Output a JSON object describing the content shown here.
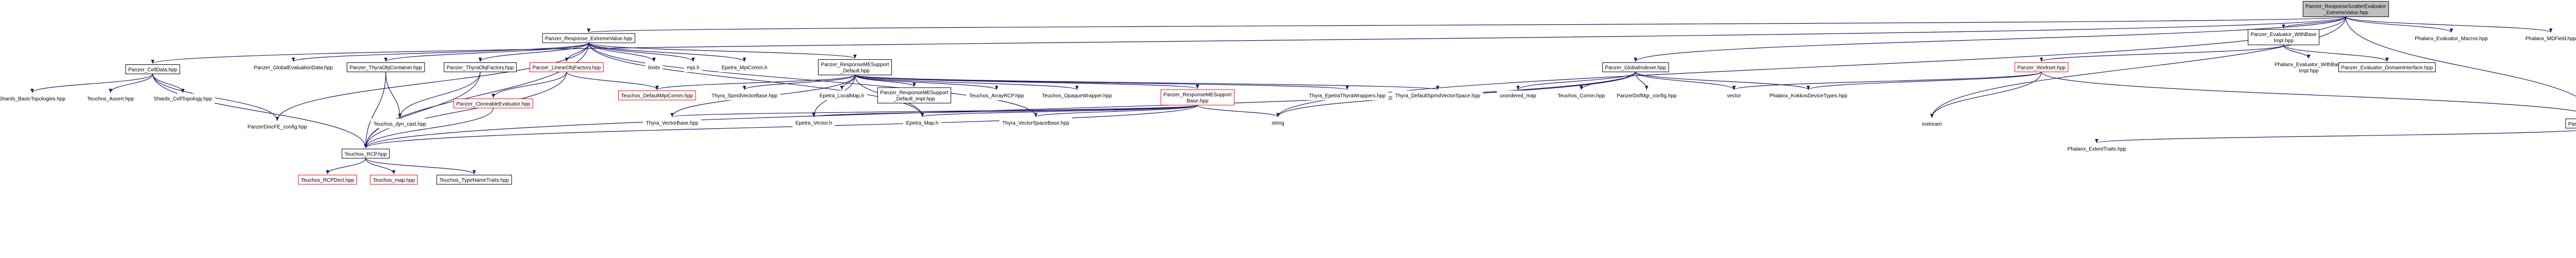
{
  "colors": {
    "root_fill": "#bfbfbf",
    "node_border_black": "#000000",
    "node_border_red": "#ff0000",
    "node_border_none": "#ffffff",
    "edge": "#191970"
  },
  "nodes": [
    {
      "id": "root",
      "label": "Panzer_ResponseScatterEvaluator_ExtremeValue.hpp",
      "style": "root"
    },
    {
      "id": "n_cell_data",
      "label": "Panzer_CellData.hpp",
      "style": "black"
    },
    {
      "id": "n_resp_ev",
      "label": "Panzer_Response_ExtremeValue.hpp",
      "style": "black"
    },
    {
      "id": "n_ev_withbase",
      "label": "Panzer_Evaluator_WithBase Impl.hpp",
      "style": "black"
    },
    {
      "id": "n_macros",
      "label": "Phalanx_Evaluator_Macros.hpp",
      "style": "none"
    },
    {
      "id": "n_mdfield",
      "label": "Phalanx_MDField.hpp",
      "style": "none"
    },
    {
      "id": "n_shards_basic",
      "label": "Shards_BasicTopologies.hpp",
      "style": "none"
    },
    {
      "id": "n_teuchos_assert",
      "label": "Teuchos_Assert.hpp",
      "style": "none"
    },
    {
      "id": "n_shards_cell",
      "label": "Shards_CellTopology.hpp",
      "style": "none"
    },
    {
      "id": "n_global_evdata",
      "label": "Panzer_GlobalEvaluationData.hpp",
      "style": "none"
    },
    {
      "id": "n_thyra_objcont",
      "label": "Panzer_ThyraObjContainer.hpp",
      "style": "black"
    },
    {
      "id": "n_thyra_objfac",
      "label": "Panzer_ThyraObjFactory.hpp",
      "style": "black"
    },
    {
      "id": "n_linearobjfac",
      "label": "Panzer_LinearObjFactory.hpp",
      "style": "red"
    },
    {
      "id": "n_limits",
      "label": "limits",
      "style": "none"
    },
    {
      "id": "n_mpih",
      "label": "mpi.h",
      "style": "none"
    },
    {
      "id": "n_epetra_mpicomm",
      "label": "Epetra_MpiComm.h",
      "style": "none"
    },
    {
      "id": "n_resp_me_support",
      "label": "Panzer_ResponseMESupport _Default.hpp",
      "style": "black"
    },
    {
      "id": "n_global_indexer",
      "label": "Panzer_GlobalIndexer.hpp",
      "style": "black"
    },
    {
      "id": "n_phalanx_withbase_decl",
      "label": "Phalanx_Evaluator_WithBase Impl.hpp",
      "style": "none"
    },
    {
      "id": "n_ev_domain",
      "label": "Panzer_Evaluator_DomainInterface.hpp",
      "style": "black"
    },
    {
      "id": "n_workset",
      "label": "Panzer_Workset.hpp",
      "style": "red"
    },
    {
      "id": "n_dimension",
      "label": "Panzer_Dimension.hpp",
      "style": "black"
    },
    {
      "id": "n_panzer_config",
      "label": "PanzerDiscFE_config.hpp",
      "style": "none"
    },
    {
      "id": "n_teuchos_dyn_cast",
      "label": "Teuchos_dyn_cast.hpp",
      "style": "none"
    },
    {
      "id": "n_cloneable",
      "label": "Panzer_CloneableEvaluator.hpp",
      "style": "red"
    },
    {
      "id": "n_default_mpi",
      "label": "Teuchos_DefaultMpiComm.hpp",
      "style": "red"
    },
    {
      "id": "n_thyra_spmdvb",
      "label": "Thyra_SpmdVectorBase.hpp",
      "style": "none"
    },
    {
      "id": "n_epetra_localmap",
      "label": "Epetra_LocalMap.h",
      "style": "none"
    },
    {
      "id": "n_resp_me_default_impl",
      "label": "Panzer_ResponseMESupport _Default_impl.hpp",
      "style": "black"
    },
    {
      "id": "n_teuchos_arrayrcp",
      "label": "Teuchos_ArrayRCP.hpp",
      "style": "none"
    },
    {
      "id": "n_teuchos_opaque",
      "label": "Teuchos_OpaqueWrapper.hpp",
      "style": "none"
    },
    {
      "id": "n_resp_me_base",
      "label": "Panzer_ResponseMESupport Base.hpp",
      "style": "red"
    },
    {
      "id": "n_thyra_epetrathyra",
      "label": "Thyra_EpetraThyraWrappers.hpp",
      "style": "none"
    },
    {
      "id": "n_thyra_defspmdvs",
      "label": "Thyra_DefaultSpmdVectorSpace.hpp",
      "style": "none"
    },
    {
      "id": "n_unordered_map",
      "label": "unordered_map",
      "style": "none"
    },
    {
      "id": "n_teuchos_comm",
      "label": "Teuchos_Comm.hpp",
      "style": "none"
    },
    {
      "id": "n_panzer_dofmgr_config",
      "label": "PanzerDofMgr_config.hpp",
      "style": "none"
    },
    {
      "id": "n_vector",
      "label": "vector",
      "style": "none"
    },
    {
      "id": "n_kokkos_dev",
      "label": "Phalanx_KokkosDeviceTypes.hpp",
      "style": "none"
    },
    {
      "id": "n_iostream",
      "label": "iostream",
      "style": "none"
    },
    {
      "id": "n_phalanx_extent",
      "label": "Phalanx_ExtentTraits.hpp",
      "style": "none"
    },
    {
      "id": "n_teuchos_rcp",
      "label": "Teuchos_RCP.hpp",
      "style": "black"
    },
    {
      "id": "n_thyra_vectorbase",
      "label": "Thyra_VectorBase.hpp",
      "style": "none"
    },
    {
      "id": "n_epetra_vector",
      "label": "Epetra_Vector.h",
      "style": "none"
    },
    {
      "id": "n_epetra_map",
      "label": "Epetra_Map.h",
      "style": "none"
    },
    {
      "id": "n_thyra_vsbase",
      "label": "Thyra_VectorSpaceBase.hpp",
      "style": "none"
    },
    {
      "id": "n_string",
      "label": "string",
      "style": "none"
    },
    {
      "id": "n_teuchos_rcpdecl",
      "label": "Teuchos_RCPDecl.hpp",
      "style": "red"
    },
    {
      "id": "n_teuchos_map",
      "label": "Teuchos_map.hpp",
      "style": "red"
    },
    {
      "id": "n_typename_traits",
      "label": "Teuchos_TypeNameTraits.hpp",
      "style": "black"
    }
  ]
}
